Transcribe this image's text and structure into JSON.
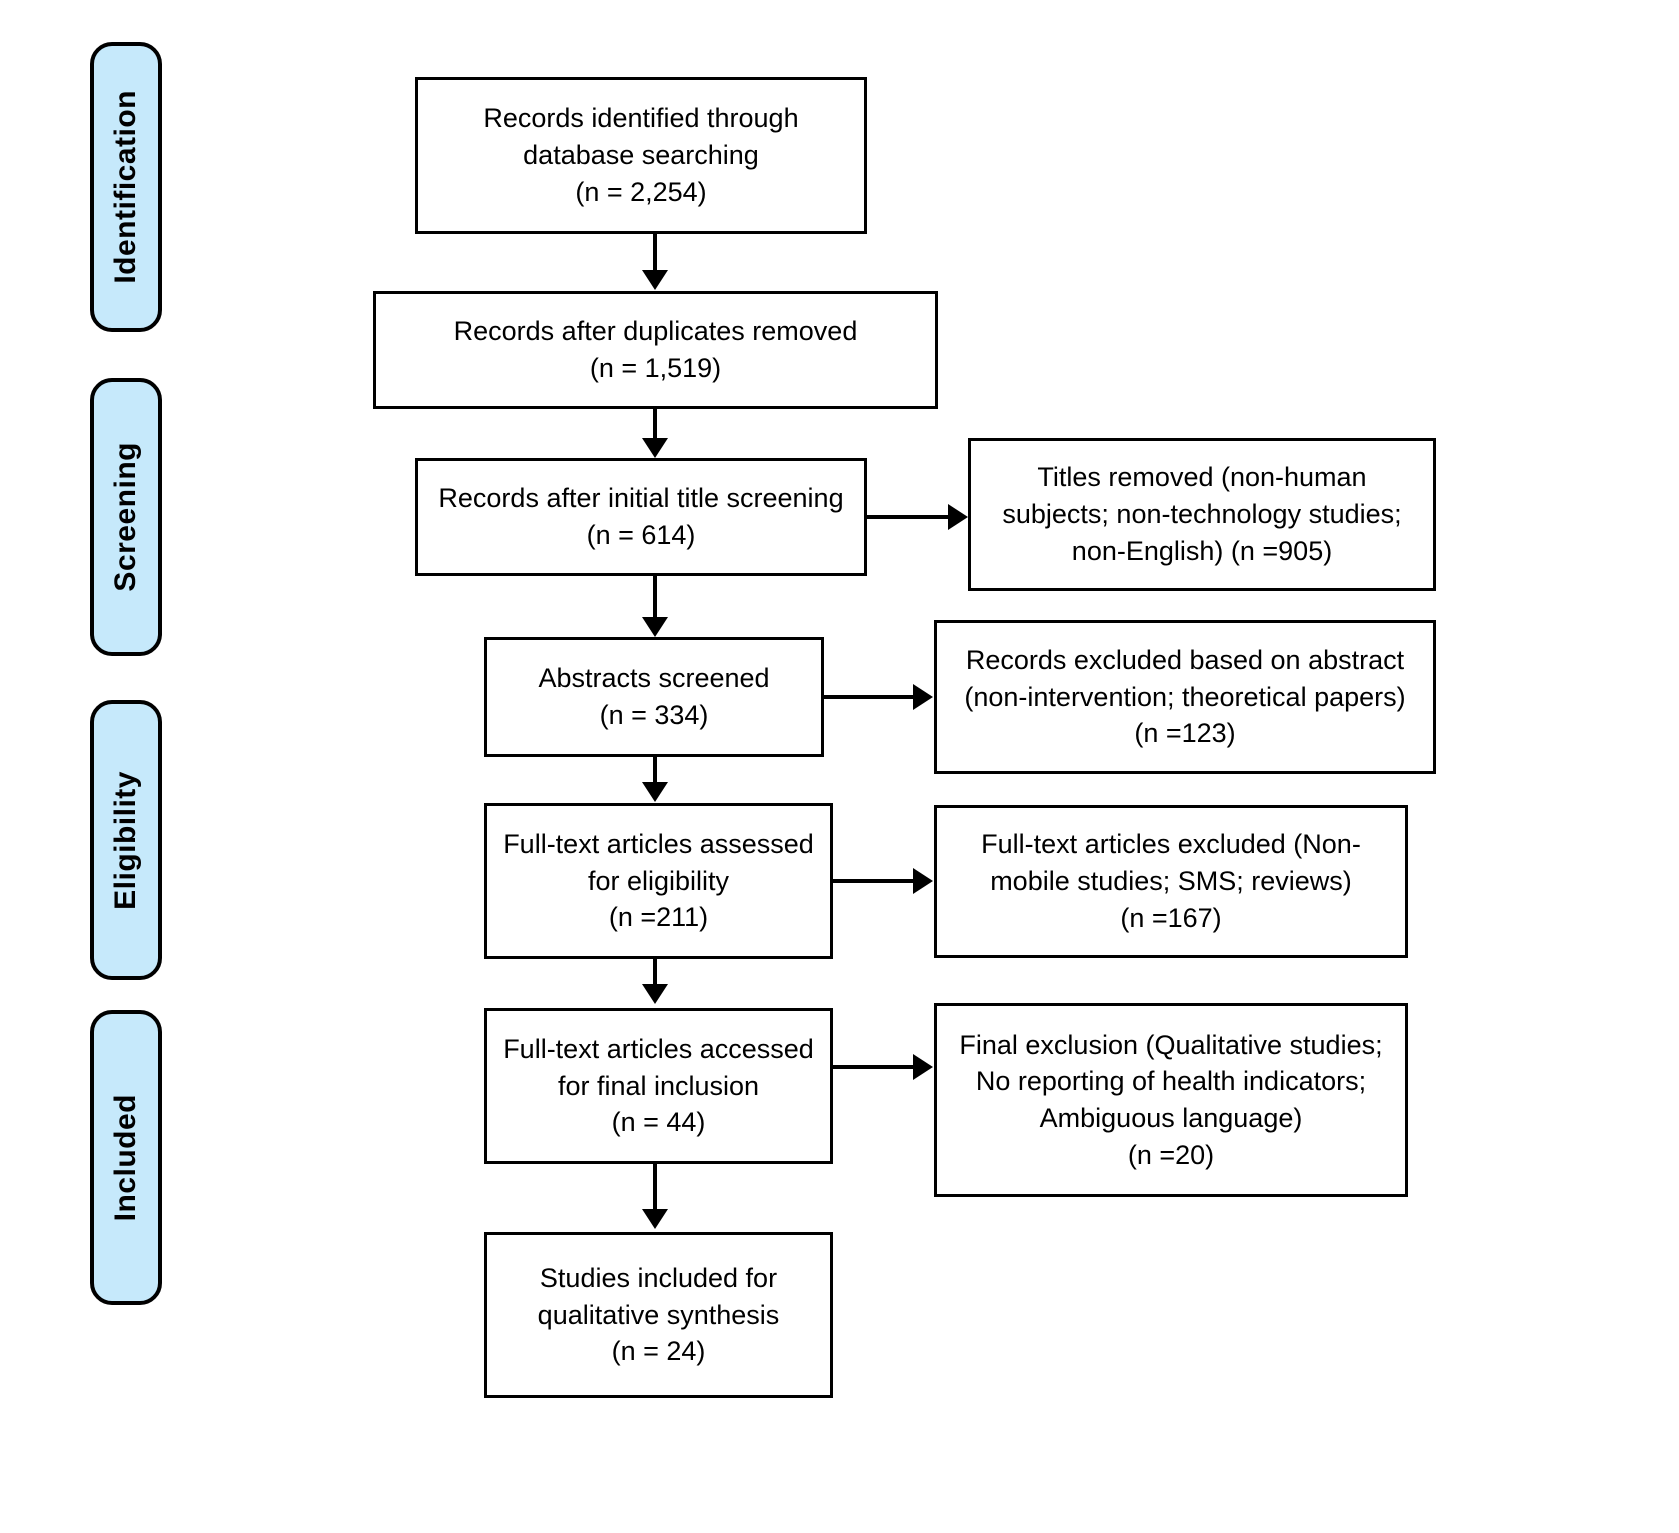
{
  "diagram": {
    "type": "prisma-flow-diagram",
    "title": "",
    "colors": {
      "stage_fill": "#c6e9fb",
      "stage_border": "#000000",
      "box_fill": "#ffffff",
      "box_border": "#000000",
      "text": "#000000",
      "connector": "#000000"
    }
  },
  "stages": [
    {
      "id": "identification",
      "label": "Identification"
    },
    {
      "id": "screening",
      "label": "Screening"
    },
    {
      "id": "eligibility",
      "label": "Eligibility"
    },
    {
      "id": "included",
      "label": "Included"
    }
  ],
  "flow_boxes": [
    {
      "id": "records-identified",
      "lines": [
        "Records identified through",
        "database searching",
        "(n = 2,254)"
      ],
      "n": 2254
    },
    {
      "id": "records-after-duplicates",
      "lines": [
        "Records after duplicates removed",
        "(n = 1,519)"
      ],
      "n": 1519
    },
    {
      "id": "records-after-title-screening",
      "lines": [
        "Records after initial title screening",
        "(n = 614)"
      ],
      "n": 614
    },
    {
      "id": "abstracts-screened",
      "lines": [
        "Abstracts screened",
        "(n = 334)"
      ],
      "n": 334
    },
    {
      "id": "fulltext-assessed",
      "lines": [
        "Full-text articles assessed",
        "for eligibility",
        "(n =211)"
      ],
      "n": 211
    },
    {
      "id": "fulltext-accessed",
      "lines": [
        "Full-text articles accessed",
        "for final inclusion",
        "(n = 44)"
      ],
      "n": 44
    },
    {
      "id": "studies-included",
      "lines": [
        "Studies included for",
        "qualitative synthesis",
        "(n = 24)"
      ],
      "n": 24
    }
  ],
  "exclusion_boxes": [
    {
      "id": "titles-removed",
      "lines": [
        "Titles removed (non-human",
        "subjects; non-technology studies;",
        "non-English) (n =905)"
      ],
      "n": 905
    },
    {
      "id": "records-excluded-abstract",
      "lines": [
        "Records excluded based on abstract",
        "(non-intervention; theoretical papers)",
        "(n =123)"
      ],
      "n": 123
    },
    {
      "id": "fulltext-excluded",
      "lines": [
        "Full-text articles excluded (Non-",
        "mobile studies; SMS; reviews)",
        "(n =167)"
      ],
      "n": 167
    },
    {
      "id": "final-exclusion",
      "lines": [
        "Final exclusion (Qualitative studies;",
        "No reporting of health indicators;",
        "Ambiguous language)",
        "(n =20)"
      ],
      "n": 20
    }
  ]
}
